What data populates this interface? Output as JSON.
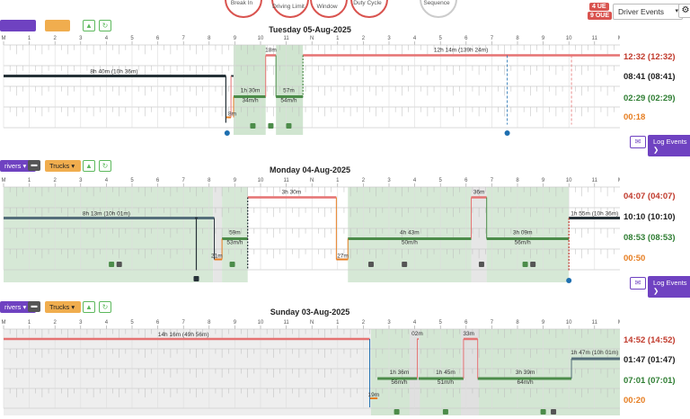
{
  "top": {
    "gauges": [
      {
        "label": "Break In"
      },
      {
        "label": "Driving Limit"
      },
      {
        "label": "Window"
      },
      {
        "label": "Duty Cycle"
      },
      {
        "label": "Sequence"
      }
    ],
    "badges": [
      "4 UE",
      "9 OUE"
    ],
    "view_select": "Driver Events",
    "gear_icon": "gear-icon"
  },
  "ticks": [
    "M",
    "1",
    "2",
    "3",
    "4",
    "5",
    "6",
    "7",
    "8",
    "9",
    "10",
    "11",
    "N",
    "1",
    "2",
    "3",
    "4",
    "5",
    "6",
    "7",
    "8",
    "9",
    "10",
    "11",
    "M"
  ],
  "toolbar": {
    "drivers_label": "rivers",
    "trucks_label": "Trucks",
    "caret": "▾"
  },
  "colors": {
    "offduty": "#263238",
    "sleeper": "#546e7a",
    "driving": "#4c8c4a",
    "onduty": "#e57373",
    "shade": "#c8e0c8",
    "accent": "#6f42c1"
  },
  "days": [
    {
      "title": "Tuesday 05-Aug-2025",
      "totals": {
        "offduty": "12:32 (12:32)",
        "sleeper": "08:41 (08:41)",
        "driving": "02:29 (02:29)",
        "onduty": "00:18"
      },
      "labels": {
        "a": "8h 40m (10h 36m)",
        "b": "18m",
        "c": "12h 14m (139h 24m)",
        "d": "1h 30m",
        "e": "34m/h",
        "f": "57m",
        "g": "54m/h",
        "h": "8m"
      },
      "chat_icon": "chat-icon",
      "log_label": "Log Events",
      "log_arrow": "❯"
    },
    {
      "title": "Monday 04-Aug-2025",
      "totals": {
        "offduty": "04:07 (04:07)",
        "sleeper": "10:10 (10:10)",
        "driving": "08:53 (08:53)",
        "onduty": "00:50"
      },
      "labels": {
        "a": "8h 13m (10h 01m)",
        "b": "3h 30m",
        "c": "36m",
        "d": "1h 55m (10h 36m)",
        "e": "59m",
        "f": "53m/h",
        "g": "21m",
        "h": "4h 43m",
        "i": "50m/h",
        "j": "3h 09m",
        "k": "56m/h",
        "l": "27m"
      },
      "chat_icon": "chat-icon",
      "log_label": "Log Events",
      "log_arrow": "❯"
    },
    {
      "title": "Sunday 03-Aug-2025",
      "totals": {
        "offduty": "14:52 (14:52)",
        "sleeper": "01:47 (01:47)",
        "driving": "07:01 (07:01)",
        "onduty": "00:20"
      },
      "labels": {
        "a": "14h 16m (49h 56m)",
        "b": "02m",
        "c": "33m",
        "d": "1h 47m (10h 01m)",
        "e": "1h 36m",
        "f": "56m/h",
        "g": "1h 45m",
        "h": "51m/h",
        "i": "3h 39m",
        "j": "64m/h",
        "k": "19m"
      }
    }
  ]
}
